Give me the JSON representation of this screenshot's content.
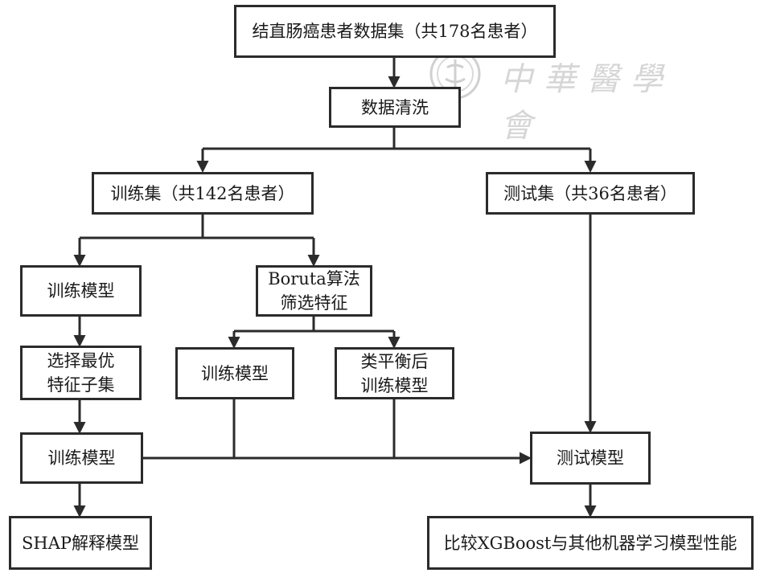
{
  "watermark": {
    "text": "中華醫學會"
  },
  "boxes": {
    "dataset": {
      "lines": [
        "结直肠癌患者数据集（共178名患者）"
      ]
    },
    "cleaning": {
      "lines": [
        "数据清洗"
      ]
    },
    "train_set": {
      "lines": [
        "训练集（共142名患者）"
      ]
    },
    "test_set": {
      "lines": [
        "测试集（共36名患者）"
      ]
    },
    "train_model_1": {
      "lines": [
        "训练模型"
      ]
    },
    "boruta": {
      "lines": [
        "Boruta算法",
        "筛选特征"
      ]
    },
    "best_subset": {
      "lines": [
        "选择最优",
        "特征子集"
      ]
    },
    "train_model_2": {
      "lines": [
        "训练模型"
      ]
    },
    "balanced_train": {
      "lines": [
        "类平衡后",
        "训练模型"
      ]
    },
    "train_model_3": {
      "lines": [
        "训练模型"
      ]
    },
    "test_model": {
      "lines": [
        "测试模型"
      ]
    },
    "shap": {
      "lines": [
        "SHAP解释模型"
      ]
    },
    "compare": {
      "lines": [
        "比较XGBoost与其他机器学习模型性能"
      ]
    }
  }
}
